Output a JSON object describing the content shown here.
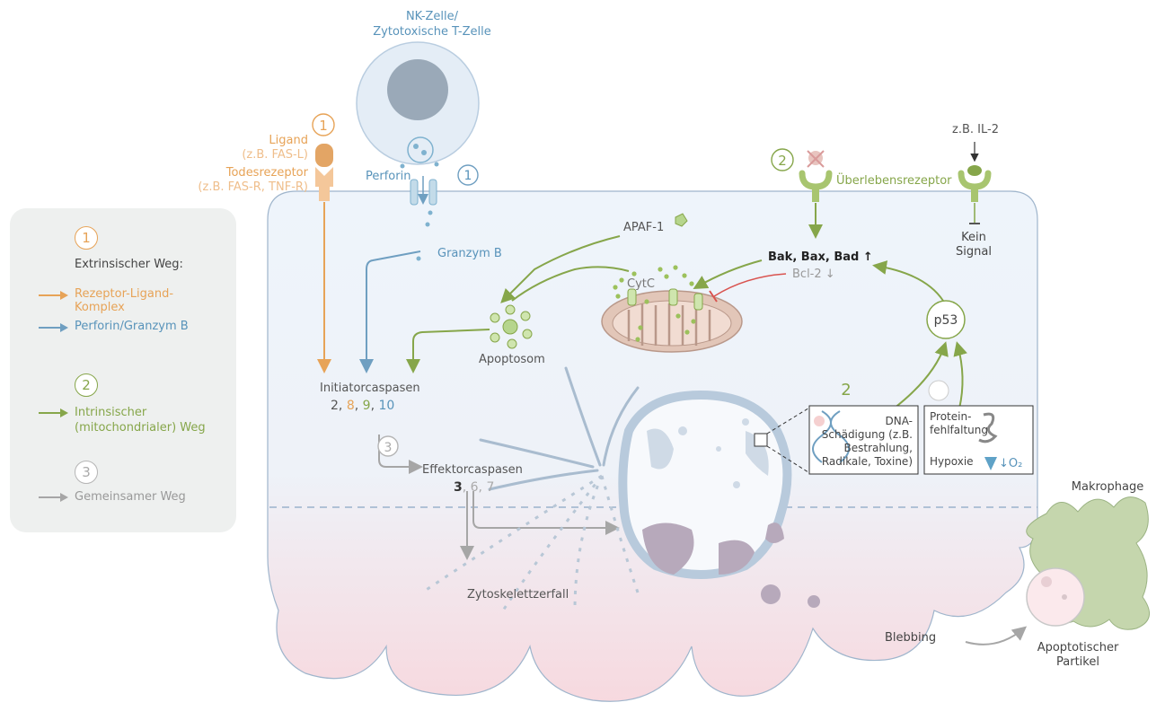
{
  "colors": {
    "orange": "#e7a357",
    "blue": "#6f9fc1",
    "green": "#86a64a",
    "grey": "#a6a6a6",
    "red": "#d9534f",
    "cellTop": "#eef4fb",
    "cellBottom": "#f6dadf",
    "cellBorder": "#9fb5cc"
  },
  "legend": {
    "c1": "1",
    "extrinsic": "Extrinsischer Weg:",
    "rezeptor": "Rezeptor-Ligand-",
    "komplex": "Komplex",
    "perforin": "Perforin/Granzym B",
    "c2": "2",
    "intr1": "Intrinsischer",
    "intr2": "(mitochondrialer) Weg",
    "c3": "3",
    "common": "Gemeinsamer Weg"
  },
  "labels": {
    "nk1": "NK-Zelle/",
    "nk2": "Zytotoxische T-Zelle",
    "perforin": "Perforin",
    "num1_perforin": "1",
    "num1_ligand": "1",
    "ligand": "Ligand",
    "fasl": "(z.B. FAS-L)",
    "todes": "Todesrezeptor",
    "fasr": "(z.B. FAS-R, TNF-R)",
    "granzym": "Granzym B",
    "apaf": "APAF-1",
    "cytc": "CytC",
    "apoptosom": "Apoptosom",
    "initiator": "Initiatorcaspasen",
    "init_n1": "2, ",
    "init_n2": "8",
    "init_n3": ", ",
    "init_n4": "9",
    "init_n5": ", ",
    "init_n6": "10",
    "num3": "3",
    "effektor": "Effektorcaspasen",
    "eff_n1": "3",
    "eff_n2": ", 6, 7",
    "zytoskelett": "Zytoskelettzerfall",
    "num2_top": "2",
    "ueberleben": "Überlebensrezeptor",
    "il2": "z.B. IL-2",
    "kein": "Kein",
    "signal": "Signal",
    "bak": "Bak, Bax, Bad ↑",
    "bcl": "Bcl-2 ↓",
    "p53": "p53",
    "num2_dna": "2",
    "dna1": "DNA-",
    "dna2": "Schädigung (z.B.",
    "dna3": "Bestrahlung,",
    "dna4": "Radikale, Toxine)",
    "prot1": "Protein-",
    "prot2": "fehlfaltung",
    "hypoxie": "Hypoxie",
    "o2": "↓O₂",
    "makrophage": "Makrophage",
    "blebbing": "Blebbing",
    "apopt1": "Apoptotischer",
    "apopt2": "Partikel"
  }
}
